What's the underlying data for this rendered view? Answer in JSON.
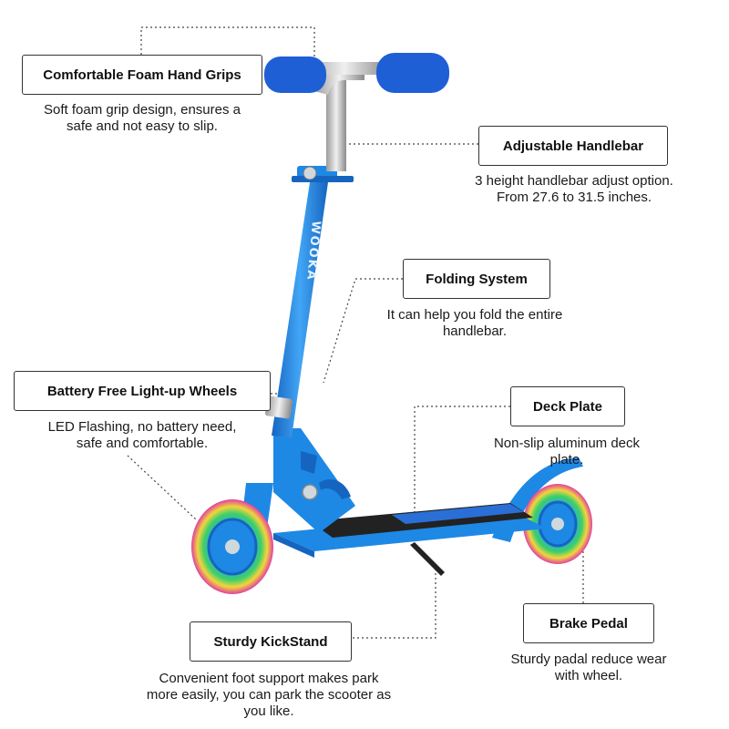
{
  "colors": {
    "scooter_blue": "#1e88e5",
    "scooter_dark_blue": "#1565c0",
    "grip_blue": "#1f5fd6",
    "silver": "#c8c8c8",
    "deck_black": "#222222",
    "leader_line": "#444444"
  },
  "features": {
    "hand_grips": {
      "title": "Comfortable Foam Hand Grips",
      "desc_line1": "Soft foam grip design, ensures a",
      "desc_line2": "safe and not easy to slip."
    },
    "handlebar": {
      "title": "Adjustable Handlebar",
      "desc_line1": "3 height handlebar adjust option.",
      "desc_line2": "From 27.6 to 31.5 inches."
    },
    "folding": {
      "title": "Folding System",
      "desc_line1": "It can help you fold the entire",
      "desc_line2": "handlebar."
    },
    "wheels": {
      "title": "Battery Free Light-up Wheels",
      "desc_line1": "LED Flashing, no battery need,",
      "desc_line2": "safe and comfortable."
    },
    "deck": {
      "title": "Deck Plate",
      "desc_line1": "Non-slip aluminum deck",
      "desc_line2": "plate."
    },
    "brake": {
      "title": "Brake Pedal",
      "desc_line1": "Sturdy padal reduce wear",
      "desc_line2": "with wheel."
    },
    "kickstand": {
      "title": "Sturdy KickStand",
      "desc_line1": "Convenient foot support makes park",
      "desc_line2": "more easily, you can park the scooter as",
      "desc_line3": "you like."
    }
  },
  "stem_brand_text": "WOOKA"
}
